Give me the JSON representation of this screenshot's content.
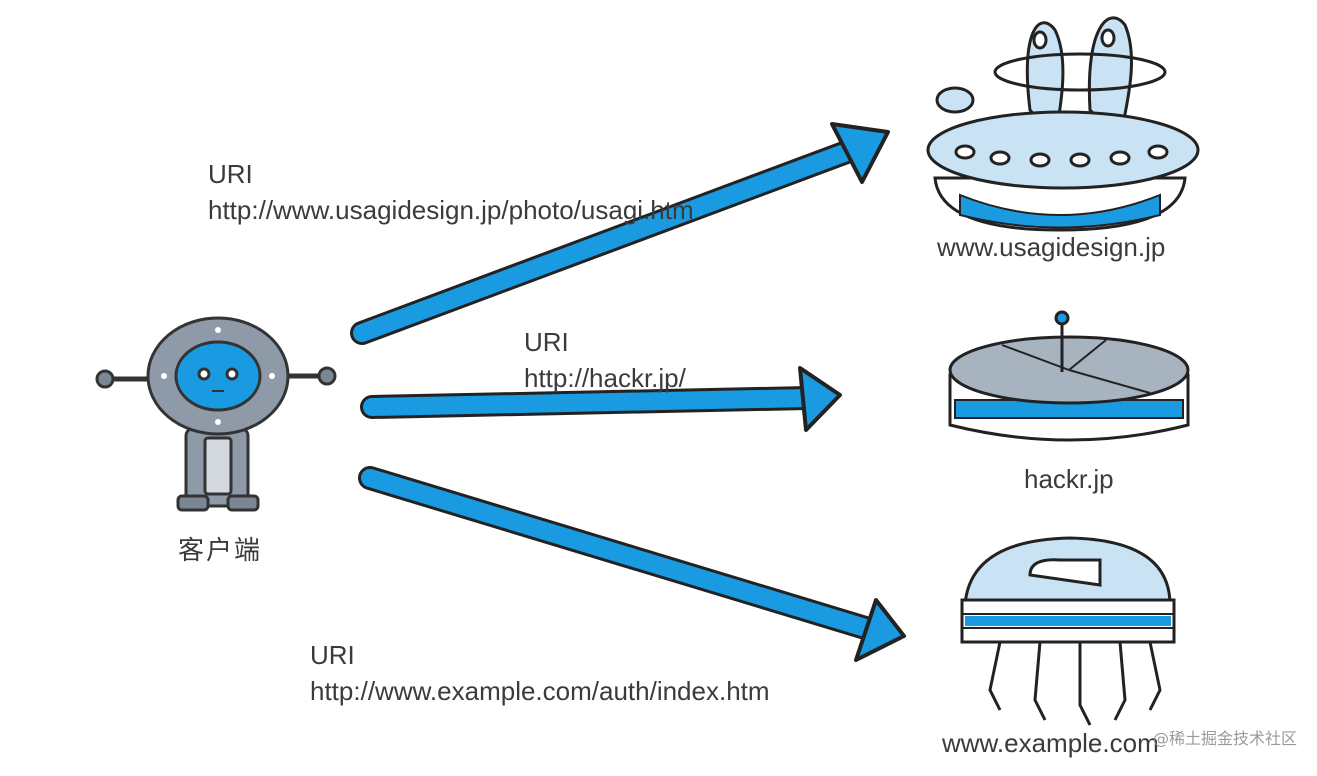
{
  "client": {
    "label": "客户端"
  },
  "requests": [
    {
      "uri_title": "URI",
      "uri": "http://www.usagidesign.jp/photo/usagi.htm",
      "host": "www.usagidesign.jp"
    },
    {
      "uri_title": "URI",
      "uri": "http://hackr.jp/",
      "host": "hackr.jp"
    },
    {
      "uri_title": "URI",
      "uri": "http://www.example.com/auth/index.htm",
      "host": "www.example.com"
    }
  ],
  "watermark": "@稀土掘金技术社区",
  "colors": {
    "arrow": "#1a9ae0",
    "outline": "#222222",
    "light_blue": "#c9e3f5",
    "grey": "#8e9aa8"
  }
}
